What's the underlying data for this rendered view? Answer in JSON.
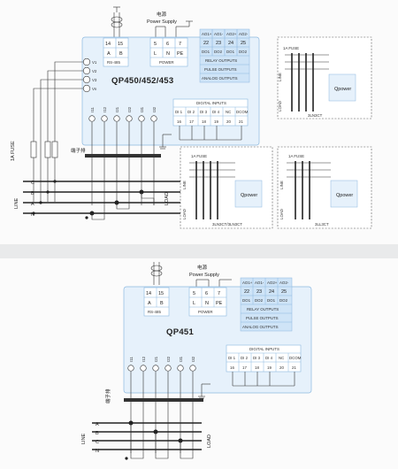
{
  "top": {
    "power_supply_cn": "电源",
    "power_supply_en": "Power Supply",
    "rs485_terminals": [
      "14",
      "15"
    ],
    "rs485_pins": [
      "A",
      "B"
    ],
    "rs485_label": "RS-485",
    "power_terminals": [
      "5",
      "6",
      "7"
    ],
    "power_pins": [
      "L",
      "N",
      "PE"
    ],
    "power_label": "POWER",
    "aux_head": [
      "AO1+",
      "AO1-",
      "AO2+",
      "AO2-"
    ],
    "aux_nums": [
      "22",
      "23",
      "24",
      "25"
    ],
    "aux_do": [
      "DO1",
      "DO2",
      "DO1",
      "DO2"
    ],
    "relay_outputs": "RELAY OUTPUTS",
    "pulse_outputs": "PULSE OUTPUTS",
    "analog_outputs": "ANALOG OUTPUTS",
    "model": "QP450/452/453",
    "voltage_inputs": [
      "V1",
      "V2",
      "V3",
      "Vn"
    ],
    "current_inputs": [
      "I11",
      "I12",
      "I21",
      "I22",
      "I31",
      "I32"
    ],
    "digital_inputs_label": "DIGITAL INPUTS",
    "di_labels": [
      "DI 1",
      "DI 2",
      "DI 3",
      "DI 4",
      "NC",
      "DCOM"
    ],
    "di_nums": [
      "16",
      "17",
      "18",
      "19",
      "20",
      "21"
    ],
    "fuse": "1A FUSE",
    "terminal_block": "端子排",
    "line_label": "LINE",
    "phases": [
      "C",
      "B",
      "A",
      "N"
    ],
    "load_label": "LOAD",
    "mini_brand": "Qpower",
    "mini_captions": [
      "3LN3CT",
      "3LN3CT/3LN3CT",
      "3LL3CT"
    ],
    "mini_fuse": "1A FUSE",
    "mini_line": "LINE",
    "mini_load": "LOAD"
  },
  "bottom": {
    "power_supply_cn": "电源",
    "power_supply_en": "Power Supply",
    "rs485_terminals": [
      "14",
      "15"
    ],
    "rs485_pins": [
      "A",
      "B"
    ],
    "rs485_label": "RS-485",
    "power_terminals": [
      "5",
      "6",
      "7"
    ],
    "power_pins": [
      "L",
      "N",
      "PE"
    ],
    "power_label": "POWER",
    "aux_head": [
      "AO1+",
      "AO1-",
      "AO2+",
      "AO2-"
    ],
    "aux_nums": [
      "22",
      "23",
      "24",
      "25"
    ],
    "aux_do": [
      "DO1",
      "DO2",
      "DO1",
      "DO2"
    ],
    "relay_outputs": "RELAY OUTPUTS",
    "pulse_outputs": "PULSE OUTPUTS",
    "analog_outputs": "ANALOG OUTPUTS",
    "model": "QP451",
    "current_inputs": [
      "I11",
      "I12",
      "I21",
      "I22",
      "I31",
      "I32"
    ],
    "digital_inputs_label": "DIGITAL INPUTS",
    "di_labels": [
      "DI 1",
      "DI 2",
      "DI 3",
      "DI 4",
      "NC",
      "DCOM"
    ],
    "di_nums": [
      "16",
      "17",
      "18",
      "19",
      "20",
      "21"
    ],
    "terminal_block": "端子排",
    "line_label": "LINE",
    "phases": [
      "A",
      "B",
      "C",
      "N"
    ],
    "load_label": "LOAD"
  }
}
